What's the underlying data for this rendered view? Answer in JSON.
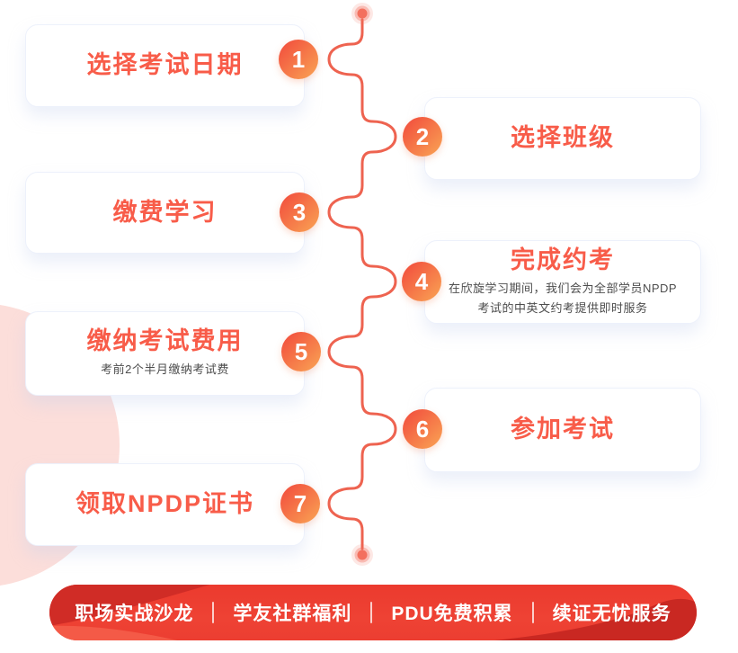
{
  "steps": [
    {
      "number": "1",
      "title": "选择考试日期",
      "side": "left"
    },
    {
      "number": "2",
      "title": "选择班级",
      "side": "right"
    },
    {
      "number": "3",
      "title": "缴费学习",
      "side": "left"
    },
    {
      "number": "4",
      "title": "完成约考",
      "desc1": "在欣旋学习期间，我们会为全部学员NPDP",
      "desc2": "考试的中英文约考提供即时服务",
      "side": "right"
    },
    {
      "number": "5",
      "title": "缴纳考试费用",
      "desc": "考前2个半月缴纳考试费",
      "side": "left"
    },
    {
      "number": "6",
      "title": "参加考试",
      "side": "right"
    },
    {
      "number": "7",
      "title": "领取NPDP证书",
      "side": "left"
    }
  ],
  "footer": {
    "items": [
      "职场实战沙龙",
      "学友社群福利",
      "PDU免费积累",
      "续证无忧服务"
    ]
  },
  "colors": {
    "title_accent": "#f85c49",
    "timeline_line": "#ee6350",
    "badge_gradient_start": "#f2503e",
    "badge_gradient_end": "#f9a053",
    "footer_red": "#ee4234",
    "footer_dark_red": "#cf2b25",
    "background_pink": "#fcdeda",
    "desc_text": "#4d4d4d"
  }
}
